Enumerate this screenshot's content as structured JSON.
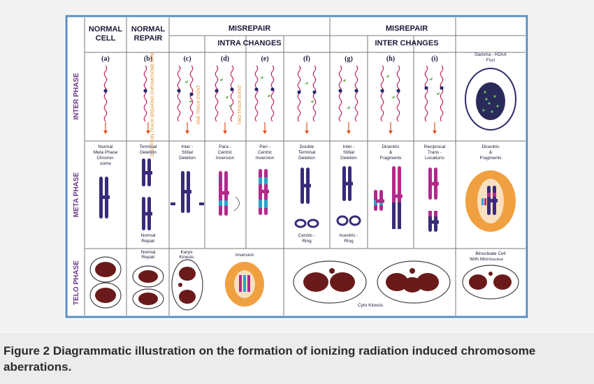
{
  "headers": {
    "normal_cell_1": "NORMAL",
    "normal_cell_2": "CELL",
    "normal_repair_1": "NORMAL",
    "normal_repair_2": "REPAIR",
    "misrepair_left": "MISREPAIR",
    "intra": "INTRA CHANGES",
    "misrepair_right": "MISREPAIR",
    "inter": "INTER CHANGES"
  },
  "letters": [
    "(a)",
    "(b)",
    "(c)",
    "(d)",
    "(e)",
    "(f)",
    "(g)",
    "(h)",
    "(i)"
  ],
  "rows": [
    "INTER PHASE",
    "META PHASE",
    "TELO PHASE"
  ],
  "interphase": {
    "b_label": "ELECTRON TRACK BREAKING CHROMOSOME ARM",
    "c_label": "ONE TRACK EVENT",
    "d_label": "TWO TRACK EVENT",
    "foci_title": "Gamma - H2AX",
    "foci_sub": "Foci"
  },
  "meta": {
    "a": [
      "Normal",
      "Meta Phase",
      "Chromo-",
      "some"
    ],
    "b": [
      "Terminal",
      "Deletion"
    ],
    "b_bottom": [
      "Normal",
      "Repair"
    ],
    "c": [
      "Inter -",
      "Stitial",
      "Deletion"
    ],
    "d": [
      "Para -",
      "Centric",
      "Inversion"
    ],
    "e": [
      "Peri -",
      "Centric",
      "Inversion"
    ],
    "f": [
      "Double",
      "Terminal",
      "Deletion"
    ],
    "f_bottom": [
      "Centric -",
      "Ring"
    ],
    "g": [
      "Inter -",
      "Stitial",
      "Deletion"
    ],
    "g_bottom": [
      "Acentric -",
      "Ring"
    ],
    "h": [
      "Dicentric",
      "&",
      "Fragments"
    ],
    "i": [
      "Reciprocal",
      "Trans -",
      "Locations"
    ],
    "j": [
      "Dicentric",
      "&",
      "Fragments"
    ]
  },
  "telo": {
    "b": [
      "Normal",
      "Repair"
    ],
    "c": [
      "Karyo",
      "Kinesis"
    ],
    "d": "Inversion",
    "cyto": "Cyto Kinesis",
    "j_1": "Binucleate Cell",
    "j_2": "With Micro",
    "j_2_small": "nucleus"
  },
  "colors": {
    "border": "#5a8fc4",
    "grid": "#7a7a7a",
    "header_text": "#1a1a3a",
    "row_label": "#6d3a8a",
    "chromosome": "#3a2a7a",
    "magenta": "#b02a8a",
    "cyan": "#2aa0c8",
    "nucleus": "#6a1a1a",
    "orange": "#f0a040",
    "arrow": "#e05020",
    "dna": "#c02060",
    "label_orange": "#e08a20"
  },
  "caption": "Figure 2 Diagrammatic illustration on the formation of ionizing radiation induced chromosome aberrations."
}
